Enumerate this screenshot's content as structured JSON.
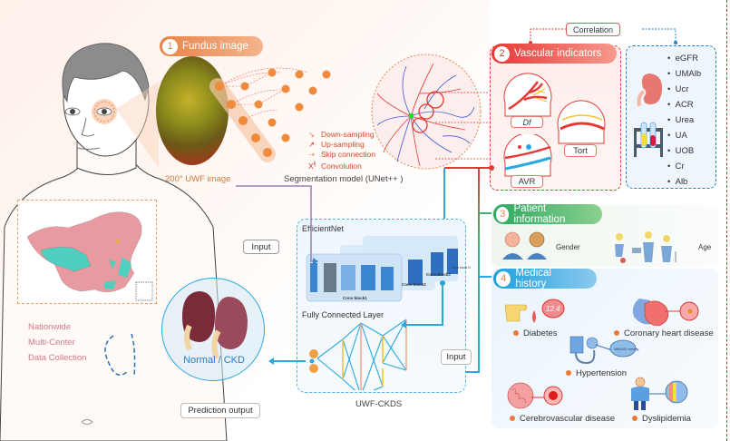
{
  "fundus": {
    "step_number": "1",
    "title": "Fundus image",
    "image_caption": "200° UWF image",
    "legend": [
      {
        "icon": "down-sampling-arrow",
        "label": "Down-sampling"
      },
      {
        "icon": "up-sampling-arrow",
        "label": "Up-sampling"
      },
      {
        "icon": "skip-connection-arrow",
        "label": "Skip connection"
      },
      {
        "icon": "convolution-node",
        "symbol": "Xᴵʲ",
        "label": "Convolution"
      }
    ],
    "segmentation_caption": "Segmentation model (UNet++ )"
  },
  "correlation": {
    "label": "Correlation"
  },
  "vascular": {
    "step_number": "2",
    "title": "Vascular indicators",
    "indicators": [
      {
        "label": "Df"
      },
      {
        "label": "Tort"
      },
      {
        "label": "AVR"
      }
    ]
  },
  "kidney_markers": {
    "items": [
      "eGFR",
      "UMAlb",
      "Ucr",
      "ACR",
      "Urea",
      "UA",
      "UOB",
      "Cr",
      "Alb"
    ]
  },
  "patient": {
    "step_number": "3",
    "title": "Patient information",
    "gender_label": "Gender",
    "age_label": "Age"
  },
  "medical": {
    "step_number": "4",
    "title": "Medical history",
    "items": [
      {
        "label": "Diabetes",
        "badge": "12.4"
      },
      {
        "label": "Coronary heart disease"
      },
      {
        "label": "Hypertension",
        "badge": "180/100 mmHg"
      },
      {
        "label": "Cerebrovascular disease"
      },
      {
        "label": "Dyslipidemia"
      }
    ]
  },
  "model": {
    "efficientnet_label": "EfficientNet",
    "conv_blocks": [
      "Conv block1",
      "Conv block2",
      "Conv block3",
      "Conv block N"
    ],
    "fc_label": "Fully Connected Layer",
    "name": "UWF-CKDS",
    "input_label_top": "Input",
    "input_label_right": "Input"
  },
  "output": {
    "kidney_label": "Normal / CKD",
    "prediction_label": "Prediction output"
  },
  "data_collection": {
    "lines": [
      "Nationwide",
      "Multi-Center",
      "Data Collection"
    ]
  },
  "colors": {
    "fundus_accent": "#e8834a",
    "vascular_accent": "#e53935",
    "patient_accent": "#3bb273",
    "medical_accent": "#29a9e0",
    "model_accent": "#2aa7dd",
    "map_pink": "#e79a9f",
    "map_teal": "#4fcfc0"
  }
}
